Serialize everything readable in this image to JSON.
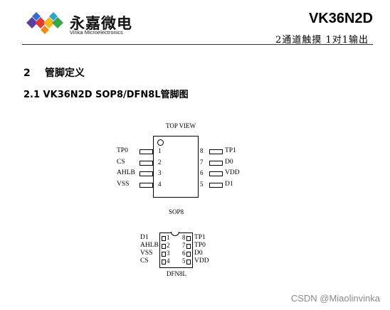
{
  "header": {
    "brand_cn": "永嘉微电",
    "brand_en": "Vinka Microelectronics",
    "part_number": "VK36N2D",
    "subtitle": "2通道触摸 1对1输出"
  },
  "section": {
    "number": "2",
    "title": "管脚定义",
    "subsection": "2.1 VK36N2D   SOP8/DFN8L管脚图"
  },
  "sop8": {
    "top_label": "TOP VIEW",
    "package_label": "SOP8",
    "left_pins": [
      {
        "name": "TP0",
        "num": "1"
      },
      {
        "name": "CS",
        "num": "2"
      },
      {
        "name": "AHLB",
        "num": "3"
      },
      {
        "name": "VSS",
        "num": "4"
      }
    ],
    "right_pins": [
      {
        "name": "TP1",
        "num": "8"
      },
      {
        "name": "D0",
        "num": "7"
      },
      {
        "name": "VDD",
        "num": "6"
      },
      {
        "name": "D1",
        "num": "5"
      }
    ]
  },
  "dfn8": {
    "package_label": "DFN8L",
    "left_pins": [
      {
        "name": "D1",
        "num": "1"
      },
      {
        "name": "AHLB",
        "num": "2"
      },
      {
        "name": "VSS",
        "num": "3"
      },
      {
        "name": "CS",
        "num": "4"
      }
    ],
    "right_pins": [
      {
        "name": "TP1",
        "num": "8"
      },
      {
        "name": "TP0",
        "num": "7"
      },
      {
        "name": "D0",
        "num": "6"
      },
      {
        "name": "VDD",
        "num": "5"
      }
    ]
  },
  "watermark": "CSDN @Miaolinvinka",
  "colors": {
    "logo_purple": "#5b3fa0",
    "logo_blue": "#2f6fd0",
    "logo_red": "#e23b2e",
    "logo_yellow": "#f2b81c",
    "logo_green": "#3aa64a",
    "logo_cyan": "#2aa6c8"
  }
}
